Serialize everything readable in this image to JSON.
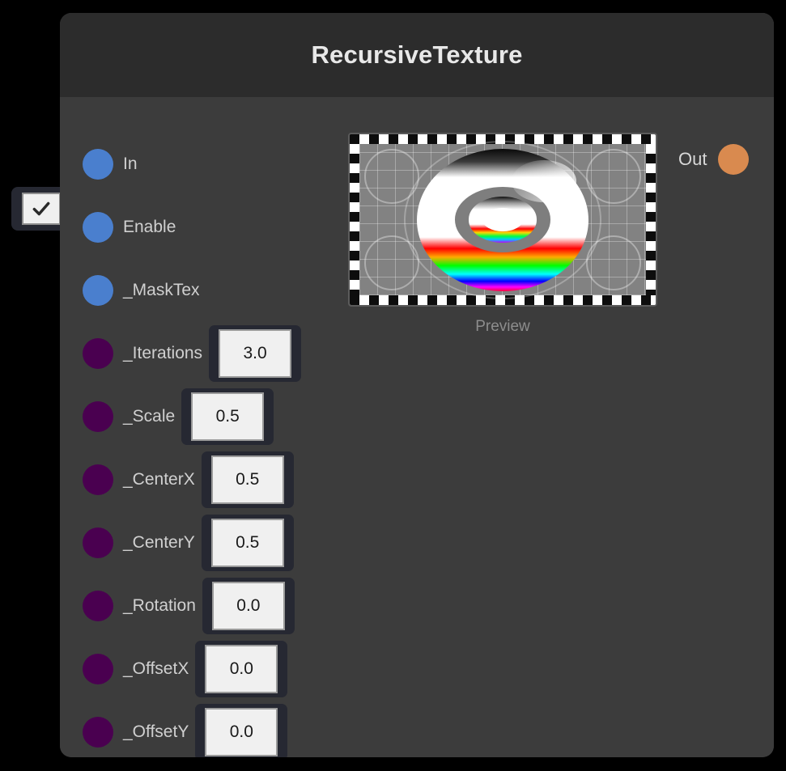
{
  "node": {
    "title": "RecursiveTexture",
    "colors": {
      "panel_body": "#3c3c3c",
      "panel_header": "#2c2c2c",
      "canvas": "#000000",
      "texture_port": "#4a7fce",
      "number_port": "#4a0050",
      "output_port": "#d98a4f",
      "field_frame": "#262832",
      "field_background": "#f0f0f0"
    },
    "inputs": [
      {
        "label": "In",
        "port_type": "texture",
        "value": null
      },
      {
        "label": "Enable",
        "port_type": "texture",
        "value": null
      },
      {
        "label": "_MaskTex",
        "port_type": "texture",
        "value": null
      },
      {
        "label": "_Iterations",
        "port_type": "number",
        "value": "3.0"
      },
      {
        "label": "_Scale",
        "port_type": "number",
        "value": "0.5"
      },
      {
        "label": "_CenterX",
        "port_type": "number",
        "value": "0.5"
      },
      {
        "label": "_CenterY",
        "port_type": "number",
        "value": "0.5"
      },
      {
        "label": "_Rotation",
        "port_type": "number",
        "value": "0.0"
      },
      {
        "label": "_OffsetX",
        "port_type": "number",
        "value": "0.0"
      },
      {
        "label": "_OffsetY",
        "port_type": "number",
        "value": "0.0"
      }
    ],
    "output": {
      "label": "Out",
      "port_type": "texture"
    },
    "preview": {
      "caption": "Preview",
      "icon": "uv-test-pattern"
    },
    "enable_toggle": {
      "icon": "checkmark-icon",
      "checked": true
    }
  }
}
